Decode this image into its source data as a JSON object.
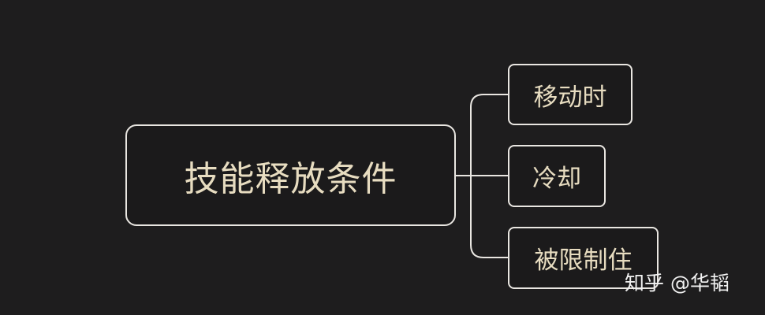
{
  "diagram": {
    "root": {
      "label": "技能释放条件"
    },
    "children": [
      {
        "label": "移动时"
      },
      {
        "label": "冷却"
      },
      {
        "label": "被限制住"
      }
    ]
  },
  "watermark": {
    "text": "知乎 @华韬"
  },
  "colors": {
    "background": "#1e1d1e",
    "node_border": "#e9e6e1",
    "node_text": "#e7dcc0",
    "connector": "#e9e6e1"
  }
}
